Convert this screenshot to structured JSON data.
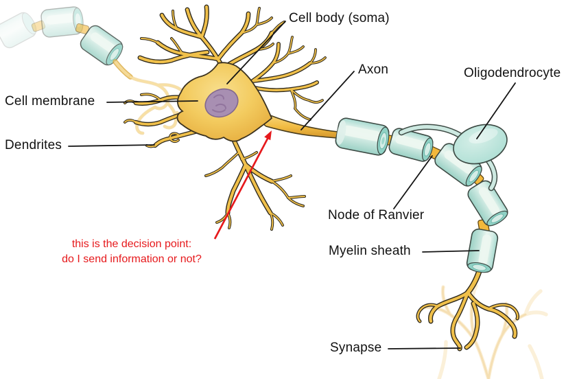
{
  "labels": {
    "cell_body": "Cell body (soma)",
    "axon": "Axon",
    "oligodendrocyte": "Oligodendrocyte",
    "cell_membrane": "Cell membrane",
    "dendrites": "Dendrites",
    "node_of_ranvier": "Node of Ranvier",
    "myelin_sheath": "Myelin sheath",
    "synapse": "Synapse"
  },
  "annotation": {
    "line1": "this is the decision point:",
    "line2": "do I send information or not?",
    "color": "#e6191c"
  },
  "colors": {
    "soma_gold": "#f0c04a",
    "soma_shadow": "#e2a434",
    "outline_dark": "#2f2a1e",
    "nucleus_purple": "#a88fb2",
    "myelin_teal": "#c3e6de",
    "myelin_cap": "#8fd1c5",
    "pale_yellow": "#f8e0a2",
    "label_text": "#111111",
    "annotation_red": "#e6191c"
  }
}
